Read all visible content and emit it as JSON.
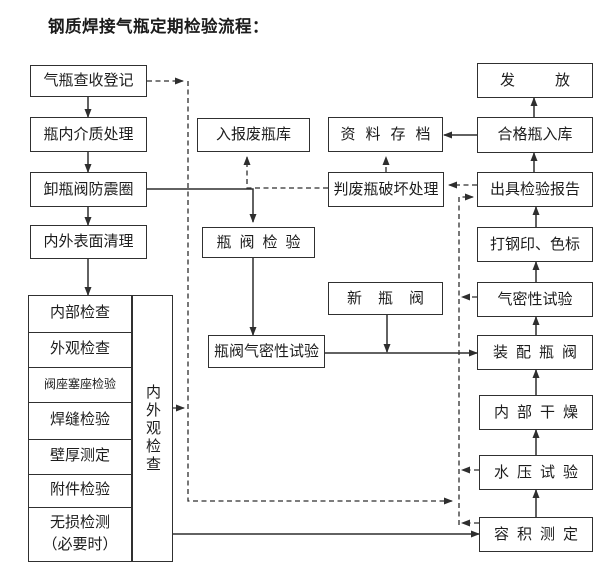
{
  "title": "钢质焊接气瓶定期检验流程：",
  "colors": {
    "line": "#2e2e2e",
    "text": "#1c1c1c",
    "background": "#ffffff"
  },
  "nodes": {
    "register": "气瓶查收登记",
    "medium_treatment": "瓶内介质处理",
    "remove_valve_ring": "卸瓶阀防震圈",
    "surface_cleaning": "内外表面清理",
    "internal_inspection": "内部检查",
    "appearance_inspection": "外观检查",
    "valve_seat_inspection": "阀座塞座检验",
    "weld_inspection": "焊缝检验",
    "wall_thickness": "壁厚测定",
    "accessory_inspection": "附件检验",
    "ndt_line1": "无损检测",
    "ndt_line2": "（必要时）",
    "inner_outer_inspection": "内外观检查",
    "scrapped_store": "入报废瓶库",
    "valve_inspection": "瓶阀检验",
    "valve_airtight_test": "瓶阀气密性试验",
    "new_valve": "新瓶阀",
    "archive": "资料存档",
    "scrap_destroy": "判废瓶破坏处理",
    "issue": "发放",
    "qualified_storage": "合格瓶入库",
    "inspection_report": "出具检验报告",
    "stamp_color_mark": "打钢印、色标",
    "airtight_test": "气密性试验",
    "assemble_valve": "装配瓶阀",
    "internal_drying": "内部干燥",
    "hydrostatic_test": "水压试验",
    "volume_measurement": "容积测定"
  },
  "edges": [
    {
      "from": "register",
      "to": "medium_treatment",
      "style": "solid"
    },
    {
      "from": "medium_treatment",
      "to": "remove_valve_ring",
      "style": "solid"
    },
    {
      "from": "remove_valve_ring",
      "to": "surface_cleaning",
      "style": "solid"
    },
    {
      "from": "surface_cleaning",
      "to": "inner_outer_inspection",
      "style": "solid"
    },
    {
      "from": "remove_valve_ring",
      "to": "valve_inspection",
      "style": "solid"
    },
    {
      "from": "valve_inspection",
      "to": "valve_airtight_test",
      "style": "solid"
    },
    {
      "from": "valve_airtight_test",
      "to": "assemble_valve",
      "style": "solid"
    },
    {
      "from": "new_valve",
      "to": "assemble_valve",
      "style": "solid"
    },
    {
      "from": "inner_outer_inspection",
      "to": "volume_measurement",
      "style": "solid"
    },
    {
      "from": "volume_measurement",
      "to": "hydrostatic_test",
      "style": "solid"
    },
    {
      "from": "hydrostatic_test",
      "to": "internal_drying",
      "style": "solid"
    },
    {
      "from": "internal_drying",
      "to": "assemble_valve",
      "style": "solid"
    },
    {
      "from": "assemble_valve",
      "to": "airtight_test",
      "style": "solid"
    },
    {
      "from": "airtight_test",
      "to": "stamp_color_mark",
      "style": "solid"
    },
    {
      "from": "stamp_color_mark",
      "to": "inspection_report",
      "style": "solid"
    },
    {
      "from": "inspection_report",
      "to": "qualified_storage",
      "style": "solid"
    },
    {
      "from": "qualified_storage",
      "to": "issue",
      "style": "solid"
    },
    {
      "from": "qualified_storage",
      "to": "archive",
      "style": "solid"
    },
    {
      "from": "register",
      "to": "reject_line",
      "style": "dashed"
    },
    {
      "from": "inner_outer_inspection",
      "to": "reject_line",
      "style": "dashed"
    },
    {
      "from": "airtight_test",
      "to": "reject_line",
      "style": "dashed"
    },
    {
      "from": "hydrostatic_test",
      "to": "reject_line",
      "style": "dashed"
    },
    {
      "from": "volume_measurement",
      "to": "reject_line",
      "style": "dashed"
    },
    {
      "from": "reject_line",
      "to": "inspection_report",
      "style": "dashed"
    },
    {
      "from": "inspection_report",
      "to": "scrap_destroy",
      "style": "dashed"
    },
    {
      "from": "scrap_destroy",
      "to": "archive",
      "style": "dashed"
    },
    {
      "from": "scrap_destroy",
      "to": "scrapped_store",
      "style": "dashed"
    }
  ]
}
